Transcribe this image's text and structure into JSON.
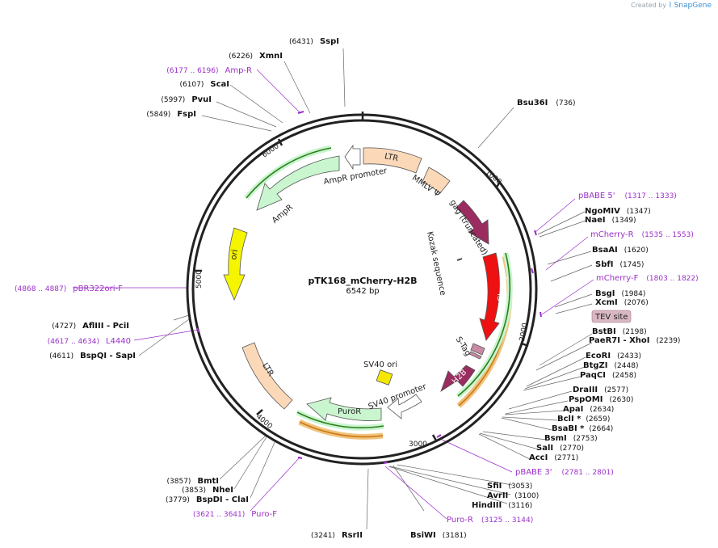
{
  "branding": {
    "created_by": "Created by",
    "product": "SnapGene"
  },
  "plasmid": {
    "name": "pTK168_mCherry-H2B",
    "length": "6542 bp",
    "ticks": [
      "1000",
      "2000",
      "3000",
      "4000",
      "5000",
      "6000"
    ]
  },
  "features": [
    {
      "id": "ltr1",
      "label": "LTR",
      "color": "#fbd9b8"
    },
    {
      "id": "mmlv",
      "label": "MMLV Ψ",
      "color": "#fbd9b8"
    },
    {
      "id": "gag",
      "label": "gag (truncated)",
      "color": "#9b2c5f"
    },
    {
      "id": "kozak",
      "label": "Kozak sequence",
      "color": "#777777"
    },
    {
      "id": "mcherry",
      "label": "mCherry",
      "color": "#ee1111"
    },
    {
      "id": "stag",
      "label": "S-Tag",
      "color": "#c98aa5"
    },
    {
      "id": "h2b",
      "label": "H2B",
      "color": "#9b2c5f"
    },
    {
      "id": "sv40ori",
      "label": "SV40 ori",
      "color": "#f5e800"
    },
    {
      "id": "sv40prom",
      "label": "SV40 promoter",
      "color": "#ffffff"
    },
    {
      "id": "puror",
      "label": "PuroR",
      "color": "#c9f5cf"
    },
    {
      "id": "ltr2",
      "label": "LTR",
      "color": "#fbd9b8"
    },
    {
      "id": "ori",
      "label": "ori",
      "color": "#f5f500"
    },
    {
      "id": "ampr",
      "label": "AmpR",
      "color": "#c9f5cf"
    },
    {
      "id": "ampprom",
      "label": "AmpR promoter",
      "color": "#ffffff"
    }
  ],
  "sites_right": [
    {
      "name": "Bsu36I",
      "pos": "(736)"
    },
    {
      "name": "NgoMIV",
      "pos": "(1347)"
    },
    {
      "name": "NaeI",
      "pos": "(1349)"
    },
    {
      "name": "BsaAI",
      "pos": "(1620)"
    },
    {
      "name": "SbfI",
      "pos": "(1745)"
    },
    {
      "name": "BsgI",
      "pos": "(1984)"
    },
    {
      "name": "XcmI",
      "pos": "(2076)"
    },
    {
      "name": "BstBI",
      "pos": "(2198)"
    },
    {
      "name": "PaeR7I  -  XhoI",
      "pos": "(2239)"
    },
    {
      "name": "EcoRI",
      "pos": "(2433)"
    },
    {
      "name": "BtgZI",
      "pos": "(2448)"
    },
    {
      "name": "PaqCI",
      "pos": "(2458)"
    },
    {
      "name": "DraIII",
      "pos": "(2577)"
    },
    {
      "name": "PspOMI",
      "pos": "(2630)"
    },
    {
      "name": "ApaI",
      "pos": "(2634)"
    },
    {
      "name": "BclI *",
      "pos": "(2659)"
    },
    {
      "name": "BsaBI *",
      "pos": "(2664)"
    },
    {
      "name": "BsmI",
      "pos": "(2753)"
    },
    {
      "name": "SalI",
      "pos": "(2770)"
    },
    {
      "name": "AccI",
      "pos": "(2771)"
    },
    {
      "name": "SfiI",
      "pos": "(3053)"
    },
    {
      "name": "AvrII",
      "pos": "(3100)"
    },
    {
      "name": "HindIII",
      "pos": "(3116)"
    }
  ],
  "sites_bottom": [
    {
      "name": "RsrII",
      "pos": "(3241)"
    },
    {
      "name": "BsiWI",
      "pos": "(3181)"
    }
  ],
  "sites_left": [
    {
      "name": "SspI",
      "pos": "(6431)"
    },
    {
      "name": "XmnI",
      "pos": "(6226)"
    },
    {
      "name": "ScaI",
      "pos": "(6107)"
    },
    {
      "name": "PvuI",
      "pos": "(5997)"
    },
    {
      "name": "FspI",
      "pos": "(5849)"
    },
    {
      "name": "AflIII   -  PciI",
      "pos": "(4727)"
    },
    {
      "name": "BspQI   -  SapI",
      "pos": "(4611)"
    },
    {
      "name": "BmtI",
      "pos": "(3857)"
    },
    {
      "name": "NheI",
      "pos": "(3853)"
    },
    {
      "name": "BspDI   -  ClaI",
      "pos": "(3779)"
    }
  ],
  "primers": [
    {
      "name": "Amp-R",
      "range": "(6177 .. 6196)"
    },
    {
      "name": "pBR322ori-F",
      "range": "(4868 .. 4887)"
    },
    {
      "name": "L4440",
      "range": "(4617 .. 4634)"
    },
    {
      "name": "Puro-F",
      "range": "(3621 .. 3641)"
    },
    {
      "name": "pBABE 5'",
      "range": "(1317 .. 1333)"
    },
    {
      "name": "mCherry-R",
      "range": "(1535 .. 1553)"
    },
    {
      "name": "mCherry-F",
      "range": "(1803 .. 1822)"
    },
    {
      "name": "pBABE 3'",
      "range": "(2781 .. 2801)"
    },
    {
      "name": "Puro-R",
      "range": "(3125 .. 3144)"
    }
  ],
  "tev_site": "TEV site",
  "colors": {
    "primer": "#9b30c8",
    "backbone": "#222222",
    "orf_green": "#2e7d1b",
    "orf_orange": "#c8781a"
  }
}
